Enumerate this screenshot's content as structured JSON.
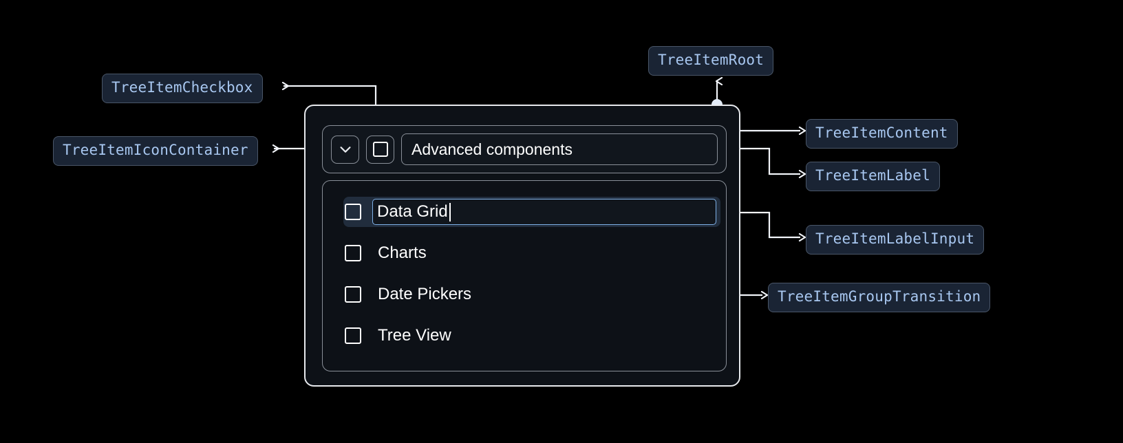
{
  "background": "#000000",
  "annotations": [
    {
      "id": "checkbox",
      "label": "TreeItemCheckbox"
    },
    {
      "id": "icon-container",
      "label": "TreeItemIconContainer"
    },
    {
      "id": "root",
      "label": "TreeItemRoot"
    },
    {
      "id": "content",
      "label": "TreeItemContent"
    },
    {
      "id": "label",
      "label": "TreeItemLabel"
    },
    {
      "id": "label-input",
      "label": "TreeItemLabelInput"
    },
    {
      "id": "group-transition",
      "label": "TreeItemGroupTransition"
    }
  ],
  "tree": {
    "header": {
      "expand_icon": "chevron-down-icon",
      "checkbox_checked": false,
      "label": "Advanced components"
    },
    "children": [
      {
        "label": "Data Grid",
        "checked": false,
        "editing": true
      },
      {
        "label": "Charts",
        "checked": false,
        "editing": false
      },
      {
        "label": "Date Pickers",
        "checked": false,
        "editing": false
      },
      {
        "label": "Tree View",
        "checked": false,
        "editing": false
      }
    ]
  },
  "colors": {
    "pill_fill": "#1a2434",
    "pill_border": "#4a5668",
    "pill_text": "#a8c7f0",
    "root_border": "#e8eaee",
    "inner_border": "#8a9099",
    "selected_row": "#212d3d",
    "input_border": "#7fb1e8",
    "connector": "#f2f5fa"
  }
}
